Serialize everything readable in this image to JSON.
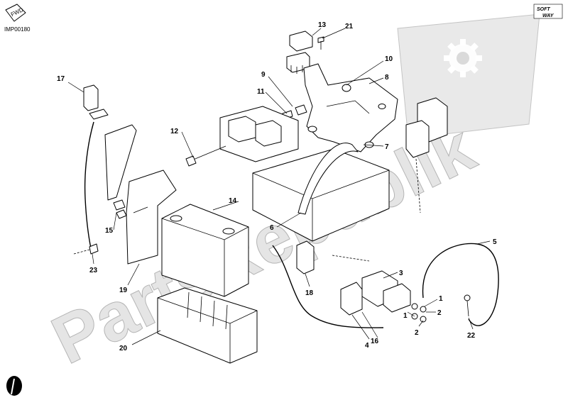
{
  "diagram": {
    "code": "IMP00180",
    "fwd_label": "FWD",
    "brand_logo": {
      "line1": "SOFT",
      "line2": "WAY"
    },
    "watermark": "PartsRepublik",
    "callouts": [
      "1",
      "1",
      "2",
      "2",
      "3",
      "4",
      "5",
      "6",
      "7",
      "8",
      "9",
      "10",
      "11",
      "12",
      "13",
      "14",
      "15",
      "16",
      "17",
      "18",
      "19",
      "20",
      "21",
      "22",
      "23"
    ]
  }
}
